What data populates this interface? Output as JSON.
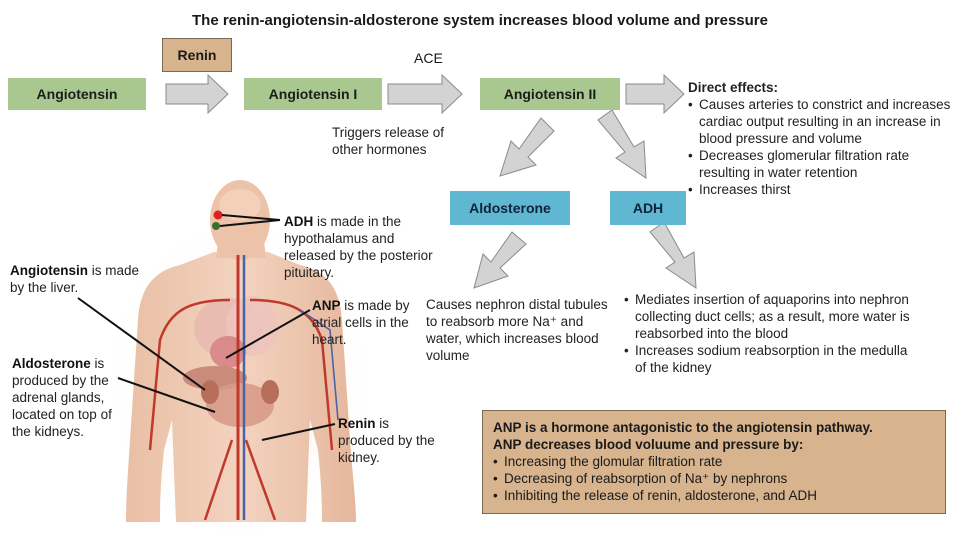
{
  "title": "The renin-angiotensin-aldosterone system increases blood volume and pressure",
  "pathway": {
    "angiotensin": "Angiotensin",
    "renin_enzyme": "Renin",
    "angiotensin_i": "Angiotensin I",
    "ace_enzyme": "ACE",
    "angiotensin_ii": "Angiotensin II",
    "aldosterone": "Aldosterone",
    "adh": "ADH",
    "triggers_note": "Triggers release of other hormones"
  },
  "direct_effects": {
    "heading": "Direct effects:",
    "items": [
      "Causes arteries to constrict and increases cardiac output resulting in an increase in blood pressure and volume",
      "Decreases glomerular filtration rate resulting in water retention",
      "Increases thirst"
    ]
  },
  "aldosterone_effect": "Causes nephron distal tubules to reabsorb more Na⁺ and water, which increases blood volume",
  "adh_effects": [
    "Mediates insertion of aquaporins into nephron collecting duct cells; as a result, more water is reabsorbed into the blood",
    "Increases sodium reabsorption in the medulla of the kidney"
  ],
  "body_labels": {
    "adh": {
      "term": "ADH",
      "text": " is made in the hypothalamus and released by the posterior pituitary."
    },
    "angiotensin": {
      "term": "Angiotensin",
      "text": " is made by the liver."
    },
    "anp": {
      "term": "ANP",
      "text": " is made by atrial cells in the heart."
    },
    "aldosterone": {
      "term": "Aldosterone",
      "text": " is produced by the adrenal glands, located on top of the kidneys."
    },
    "renin": {
      "term": "Renin",
      "text": " is produced by the kidney."
    }
  },
  "anp_box": {
    "line1": "ANP is a hormone antagonistic to the angiotensin pathway.",
    "line2": "ANP decreases blood voluume and pressure by:",
    "items": [
      "Increasing the glomular filtration rate",
      "Decreasing of reabsorption of Na⁺ by nephrons",
      "Inhibiting the release of renin, aldosterone, and ADH"
    ]
  },
  "colors": {
    "green_box": "#a9c88f",
    "blue_box": "#5fb7d1",
    "tan_box": "#d7b48e",
    "arrow_fill": "#d3d3d3"
  }
}
